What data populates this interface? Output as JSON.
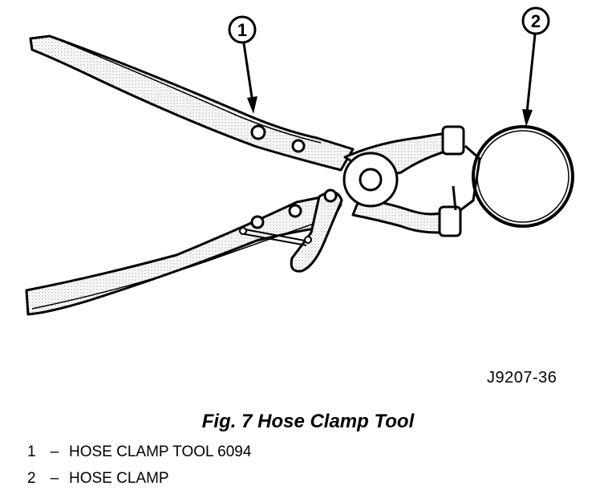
{
  "callouts": [
    {
      "number": "1"
    },
    {
      "number": "2"
    }
  ],
  "drawing_id": "J9207-36",
  "caption": "Fig. 7 Hose Clamp Tool",
  "legend": [
    {
      "number": "1",
      "dash": "–",
      "text": "HOSE CLAMP TOOL 6094"
    },
    {
      "number": "2",
      "dash": "–",
      "text": "HOSE CLAMP"
    }
  ],
  "colors": {
    "ink": "#000000",
    "shading": "#bdbdbd",
    "paper": "#ffffff"
  }
}
